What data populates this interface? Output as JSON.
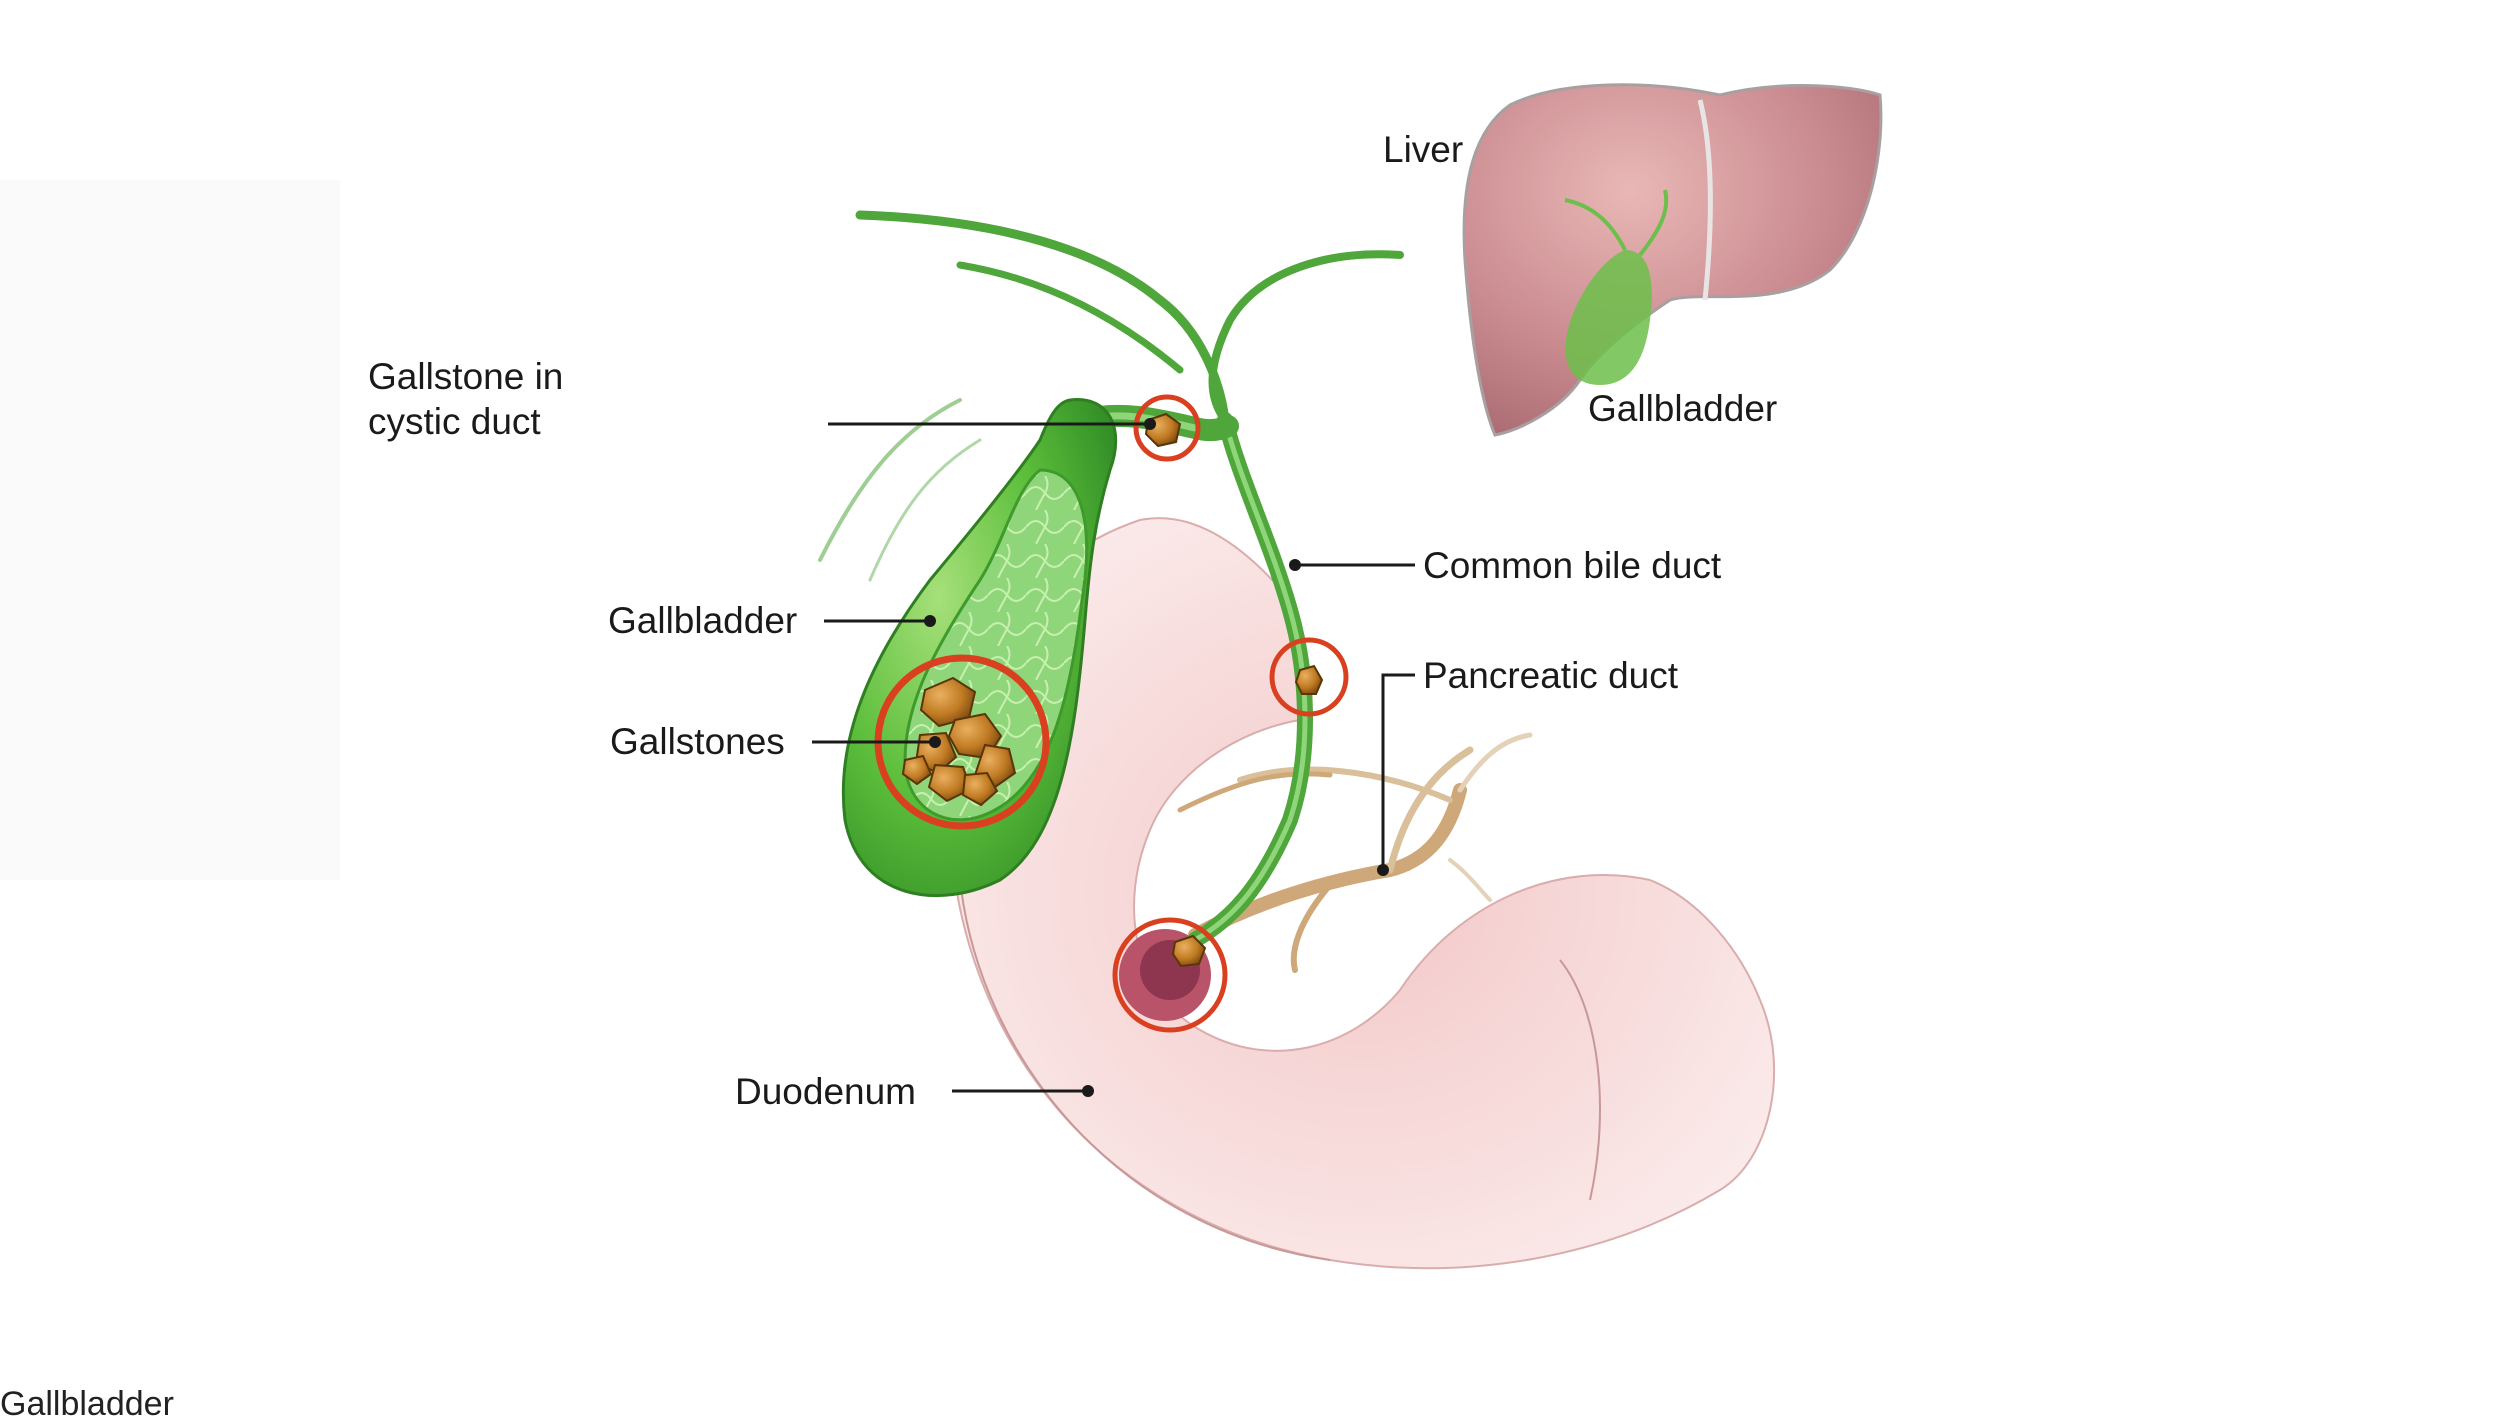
{
  "labels": {
    "cystic_duct_stone": "Gallstone in\ncystic duct",
    "liver": "Liver",
    "gallbladder_inset": "Gallbladder",
    "common_bile_duct": "Common bile duct",
    "pancreatic_duct": "Pancreatic duct",
    "gallbladder": "Gallbladder",
    "gallstones": "Gallstones",
    "duodenum": "Duodenum",
    "corner_caption": "Gallbladder"
  },
  "colors": {
    "bile_duct_green": "#4fa63a",
    "gallbladder_green": "#5bbd3a",
    "stone_gold": "#c07a22",
    "highlight_ring_red": "#d9401f",
    "liver_pink": "#c98a8f",
    "duodenum_pink": "#f6d5d5",
    "pancreatic_duct_tan": "#cfa87a",
    "leader_line": "#1a1a1a"
  },
  "icons": [
    "highlight-ring",
    "gallstone",
    "leader-dot"
  ]
}
